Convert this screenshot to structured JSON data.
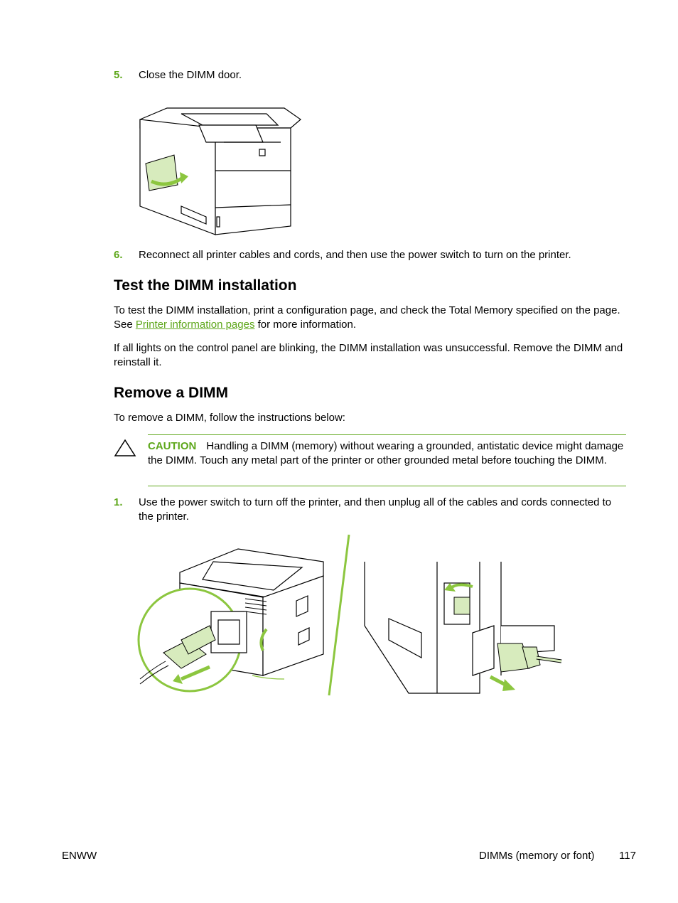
{
  "steps_top": [
    {
      "num": "5.",
      "text": "Close the DIMM door."
    },
    {
      "num": "6.",
      "text": "Reconnect all printer cables and cords, and then use the power switch to turn on the printer."
    }
  ],
  "section_test": {
    "heading": "Test the DIMM installation",
    "para1_before": "To test the DIMM installation, print a configuration page, and check the Total Memory specified on the page. See ",
    "para1_link": "Printer information pages",
    "para1_after": " for more information.",
    "para2": "If all lights on the control panel are blinking, the DIMM installation was unsuccessful. Remove the DIMM and reinstall it."
  },
  "section_remove": {
    "heading": "Remove a DIMM",
    "intro": "To remove a DIMM, follow the instructions below:",
    "caution_label": "CAUTION",
    "caution_text": "Handling a DIMM (memory) without wearing a grounded, antistatic device might damage the DIMM. Touch any metal part of the printer or other grounded metal before touching the DIMM.",
    "step1_num": "1.",
    "step1_text": "Use the power switch to turn off the printer, and then unplug all of the cables and cords connected to the printer."
  },
  "footer": {
    "left": "ENWW",
    "section": "DIMMs (memory or font)",
    "page": "117"
  },
  "colors": {
    "accent_green": "#5ea71b",
    "illustration_green": "#8cc63f",
    "illustration_light": "#d7ebbd"
  },
  "icons": {
    "caution": "caution-triangle-icon"
  }
}
